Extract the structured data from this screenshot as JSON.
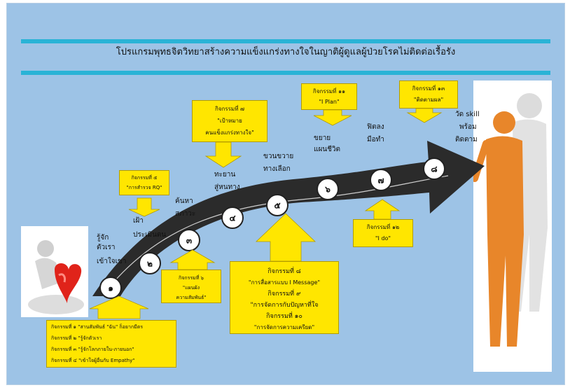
{
  "title": "โปรแกรมพุทธจิตวิทยาสร้างความแข็งแกร่งทางใจในญาติผู้ดูแลผู้ป่วยโรคไม่ติดต่อเรื้อรัง",
  "steps": [
    {
      "num": "๑"
    },
    {
      "num": "๒"
    },
    {
      "num": "๓"
    },
    {
      "num": "๔"
    },
    {
      "num": "๕"
    },
    {
      "num": "๖"
    },
    {
      "num": "๗"
    },
    {
      "num": "๘"
    }
  ],
  "labels": {
    "l1": [
      "รู้จัก",
      "ตัวเรา",
      "เข้าใจเขา"
    ],
    "l2": [
      "เฝ้า",
      "ประเมินตน"
    ],
    "l3": [
      "ค้นหา",
      "สภาวะ"
    ],
    "l4": [
      "ทะยาน",
      "สู่หนทาง"
    ],
    "l5": [
      "ขวนขวาย",
      "ทางเลือก"
    ],
    "l6": [
      "ขยาย",
      "แผนชีวิต"
    ],
    "l7": [
      "ฟิตลง",
      "มือทำ"
    ],
    "l8": [
      "วัด skill",
      "พร้อม",
      "ติดตาม"
    ]
  },
  "boxes": {
    "b1": [
      "กิจกรรมที่ ๑ \"สานสัมพันธ์ \"ฉัน\" ก็อยากมีตร",
      "กิจกรรมที่ ๒ \"รู้จักตัวเรา",
      "กิจกรรมที่ ๓ \"รู้จักโลกภายใน-ภายนอก\"",
      "กิจกรรมที่ ๔ \"เข้าใจผู้อื่นกับ Empathy\""
    ],
    "b2": [
      "กิจกรรมที่ ๖",
      "\"แผนผัง",
      "ความสัมพันธ์\""
    ],
    "b3": [
      "กิจกรรมที่ ๕",
      "\"การสำรวจ RQ\""
    ],
    "b4": [
      "กิจกรรมที่ ๗",
      "\"เป้าหมาย",
      "คนแข็งแกร่งทางใจ\""
    ],
    "b5": [
      "กิจกรรมที่ ๘",
      "\"การสื่อสารแบบ I Message\"",
      "กิจกรรมที่ ๙",
      "\"การจัดการกับปัญหาที่ใจ",
      "กิจกรรมที่ ๑๐",
      "\"การจัดการความเครียด\""
    ],
    "b6": [
      "กิจกรรมที่ ๑๑",
      "\"I Plan\""
    ],
    "b7": [
      "กิจกรรมที่ ๑๒",
      "\"I do\""
    ],
    "b8": [
      "กิจกรรมที่ ๑๓",
      "\"ติดตามผล\""
    ]
  },
  "colors": {
    "background": "#9dc3e6",
    "accent_bar": "#2ab3d6",
    "note_fill": "#ffe600",
    "arrow": "#2b2b2b",
    "left_figure": "#e0231a",
    "right_figure": "#e8862a"
  }
}
